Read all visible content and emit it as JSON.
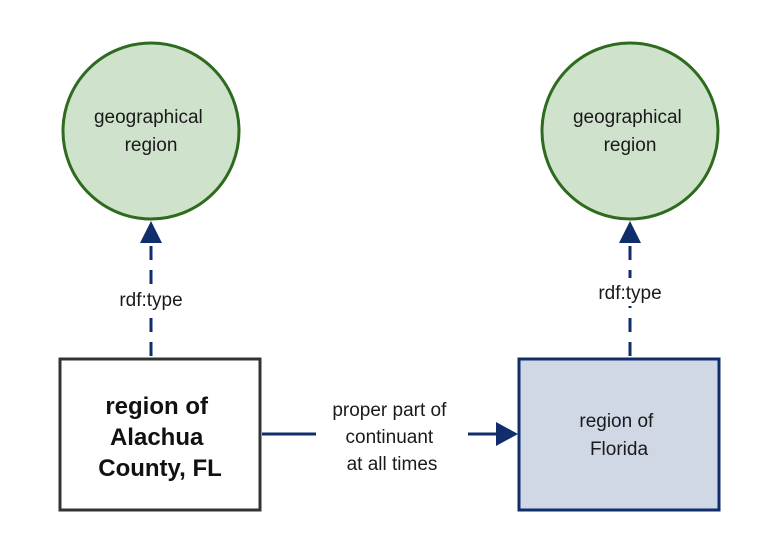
{
  "nodes": {
    "class_left": {
      "label_lines": [
        "geographical",
        "region"
      ]
    },
    "class_right": {
      "label_lines": [
        "geographical",
        "region"
      ]
    },
    "instance_left": {
      "label_lines": [
        "region of",
        "Alachua",
        "County, FL"
      ]
    },
    "instance_right": {
      "label_lines": [
        "region of",
        "Florida"
      ]
    }
  },
  "edges": {
    "type_left": {
      "label": "rdf:type"
    },
    "type_right": {
      "label": "rdf:type"
    },
    "part_of": {
      "label_lines": [
        "proper part of",
        "continuant",
        "at all times"
      ]
    }
  },
  "colors": {
    "class_fill": "#cfe3cc",
    "class_stroke": "#2e6b1e",
    "edge": "#0f2e6b",
    "instance_left_stroke": "#333333",
    "instance_right_fill": "#d0d8e6",
    "instance_right_stroke": "#0f2e6b"
  }
}
